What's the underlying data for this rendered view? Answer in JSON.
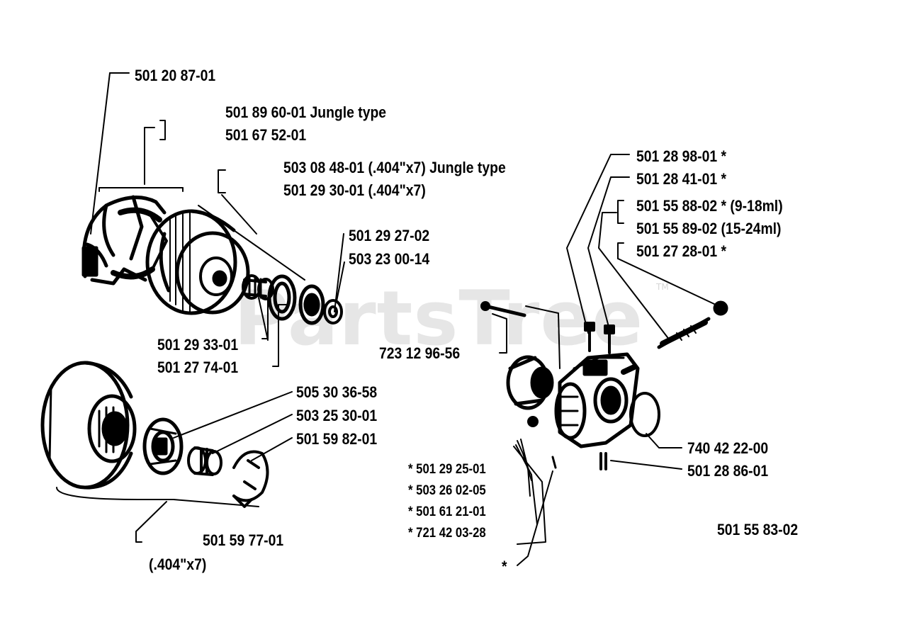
{
  "watermark": {
    "text": "PartsTree",
    "tm": "TM"
  },
  "labels": {
    "l1": "501 20 87-01",
    "l2": "501 89 60-01  Jungle type",
    "l3": "501 67 52-01",
    "l4": "503 08 48-01 (.404\"x7) Jungle type",
    "l5": "501 29 30-01 (.404\"x7)",
    "l6": "501 29 27-02",
    "l7": "503 23 00-14",
    "l8": "501 29 33-01",
    "l9": "501 27 74-01",
    "l10": "505 30 36-58",
    "l11": "503 25 30-01",
    "l12": "501 59 82-01",
    "l13": "501 59 77-01",
    "l14": "(.404\"x7)",
    "l15": "723 12 96-56",
    "r1": "501 28 98-01  *",
    "r2": "501 28 41-01  *",
    "r3": "501 55 88-02  * (9-18ml)",
    "r4": "501 55 89-02 (15-24ml)",
    "r5": "501 27 28-01  *",
    "r6": "740 42 22-00",
    "r7": "501 28 86-01",
    "r8": "*  501 29 25-01",
    "r9": "*  503 26 02-05",
    "r10": "*  501 61 21-01",
    "r11": "*  721 42 03-28",
    "r12": "*",
    "r13": "501 55 83-02"
  }
}
